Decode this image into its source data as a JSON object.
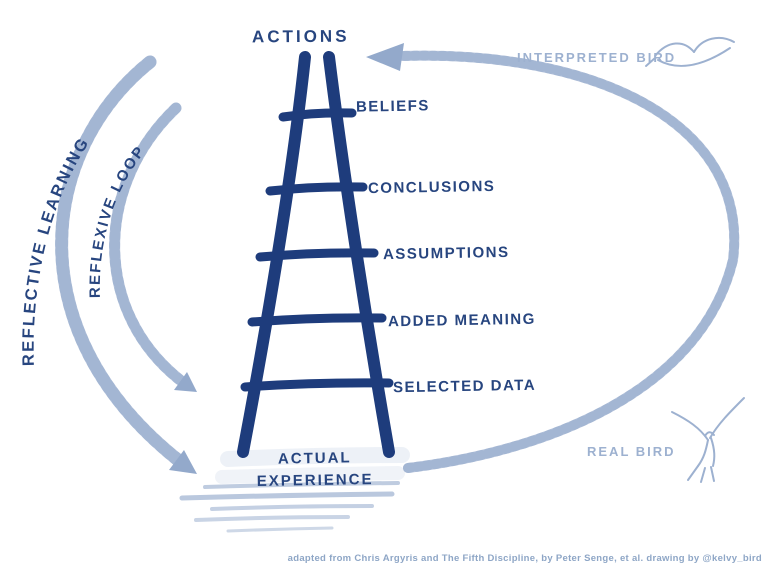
{
  "ladder": {
    "top_label": "ACTIONS",
    "rungs": [
      "BELIEFS",
      "CONCLUSIONS",
      "ASSUMPTIONS",
      "ADDED MEANING",
      "SELECTED DATA"
    ],
    "base_label_line1": "ACTUAL",
    "base_label_line2": "EXPERIENCE"
  },
  "loops": {
    "outer_left": "REFLECTIVE LEARNING",
    "inner_left": "REFLEXIVE LOOP"
  },
  "annotations": {
    "interpreted_bird": "INTERPRETED BIRD",
    "real_bird": "REAL BIRD"
  },
  "icons": {
    "interpreted_bird": "flying-bird-sketch-icon",
    "real_bird": "bird-wings-raised-sketch-icon"
  },
  "caption": "adapted from Chris Argyris and The Fifth Discipline, by Peter Senge, et al. drawing by @kelvy_bird",
  "colors": {
    "ink": "#27457f",
    "ladder": "#1e3c7c",
    "arc": "#b7c5dd",
    "arc_dark": "#93a9cb",
    "light_ink": "#9db1d0",
    "caption": "#8ea6c6"
  }
}
